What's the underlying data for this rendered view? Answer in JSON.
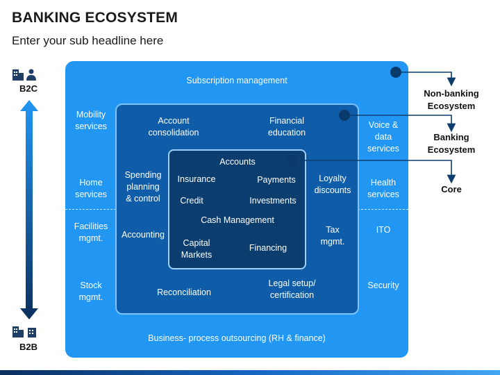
{
  "header": {
    "title": "BANKING ECOSYSTEM",
    "subtitle": "Enter your sub headline here"
  },
  "axis": {
    "top_label": "B2C",
    "bottom_label": "B2B",
    "top_icon": "building-and-person-icon",
    "bottom_icon": "building-and-building-icon"
  },
  "outer": {
    "top": "Subscription management",
    "bottom": "Business- process outsourcing (RH & finance)",
    "left": [
      "Mobility\nservices",
      "Home\nservices",
      "Facilities\nmgmt.",
      "Stock\nmgmt."
    ],
    "right": [
      "Voice &\ndata\nservices",
      "Health\nservices",
      "ITO",
      "Security"
    ]
  },
  "middle": {
    "top_left": "Account\nconsolidation",
    "top_right": "Financial\neducation",
    "left_upper": "Spending\nplanning\n& control",
    "left_lower": "Accounting",
    "right_upper": "Loyalty\ndiscounts",
    "right_lower": "Tax\nmgmt.",
    "bottom_left": "Reconciliation",
    "bottom_right": "Legal setup/\ncertification"
  },
  "inner": {
    "top": "Accounts",
    "insurance": "Insurance",
    "payments": "Payments",
    "credit": "Credit",
    "investments": "Investments",
    "cash": "Cash Management",
    "capital": "Capital\nMarkets",
    "financing": "Financing"
  },
  "legend": {
    "non_banking": "Non-banking\nEcosystem",
    "banking": "Banking\nEcosystem",
    "core": "Core"
  },
  "colors": {
    "outer": "#2196f3",
    "middle": "#0f5da8",
    "inner": "#0b3d6e",
    "connector": "#0b3d6e"
  }
}
